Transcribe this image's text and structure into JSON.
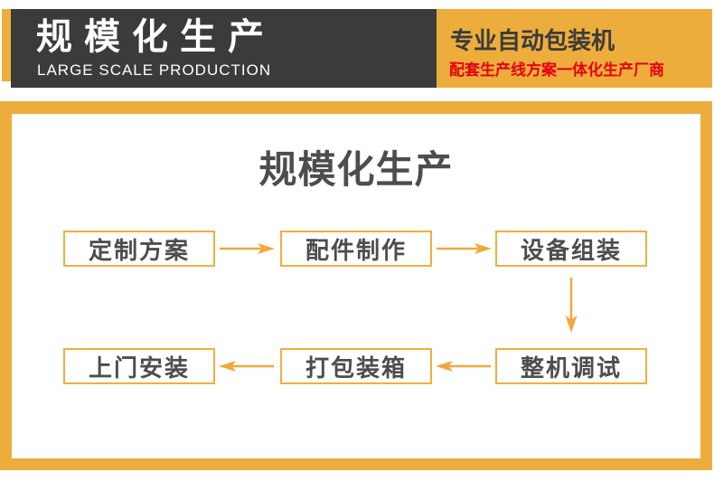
{
  "header": {
    "brand": {
      "title": "规模化生产",
      "subtitle": "LARGE SCALE PRODUCTION"
    },
    "tagline": {
      "title": "专业自动包装机",
      "subtitle": "配套生产线方案一体化生产厂商"
    }
  },
  "main": {
    "title": "规模化生产",
    "flow": {
      "row1": [
        "定制方案",
        "配件制作",
        "设备组装"
      ],
      "row2": [
        "上门安装",
        "打包装箱",
        "整机调试"
      ],
      "sequence": [
        "定制方案",
        "配件制作",
        "设备组装",
        "整机调试",
        "打包装箱",
        "上门安装"
      ]
    }
  },
  "colors": {
    "accent_yellow": "#EDAD3C",
    "header_dark": "#3B3B3B",
    "tagline_red": "#E60012",
    "text_gray": "#4D4D4D",
    "box_border": "#F2AE3E",
    "arrow": "#F0A93A"
  }
}
